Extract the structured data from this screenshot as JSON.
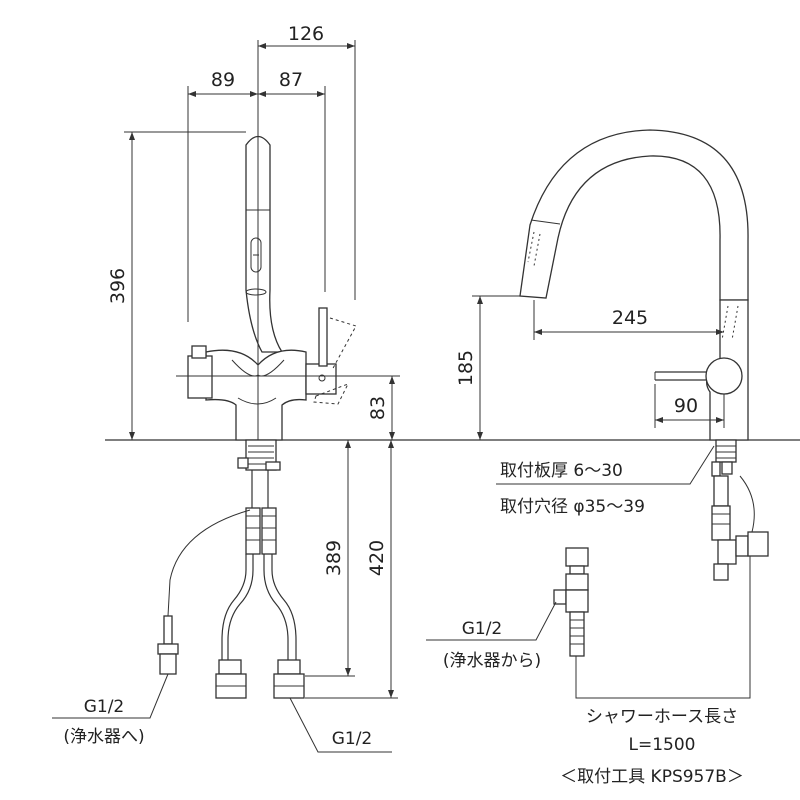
{
  "dimensions": {
    "top_width": "126",
    "left_offset": "89",
    "right_offset": "87",
    "total_height": "396",
    "handle_height": "83",
    "under_length": "389",
    "under_total": "420",
    "spray_height": "185",
    "reach": "245",
    "handle_reach": "90"
  },
  "labels": {
    "plate_thickness": "取付板厚 6〜30",
    "hole_diameter": "取付穴径 φ35〜39",
    "inlet_right": "G1/2",
    "inlet_right_note": "(浄水器から)",
    "outlet_left": "G1/2",
    "outlet_left_note": "(浄水器へ)",
    "supply": "G1/2",
    "hose_length_title": "シャワーホース長さ",
    "hose_length_value": "L=1500",
    "tool_note": "＜取付工具 KPS957B＞"
  },
  "colors": {
    "line": "#333333",
    "text": "#222222",
    "background": "#ffffff"
  }
}
